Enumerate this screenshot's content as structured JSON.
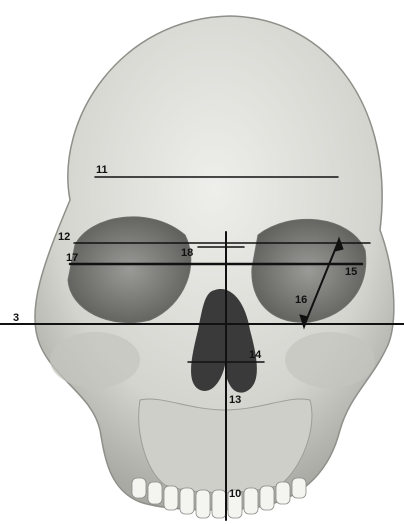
{
  "figure": {
    "colors": {
      "background": "#ffffff",
      "bone": "#dcdcd8",
      "bone_shade": "#b7b7b2",
      "cavity": "#3a3a3a",
      "line": "#111111"
    },
    "labels": {
      "l3": "3",
      "l10": "10",
      "l11": "11",
      "l12": "12",
      "l13": "13",
      "l14": "14",
      "l15": "15",
      "l16": "16",
      "l17": "17",
      "l18": "18"
    }
  }
}
